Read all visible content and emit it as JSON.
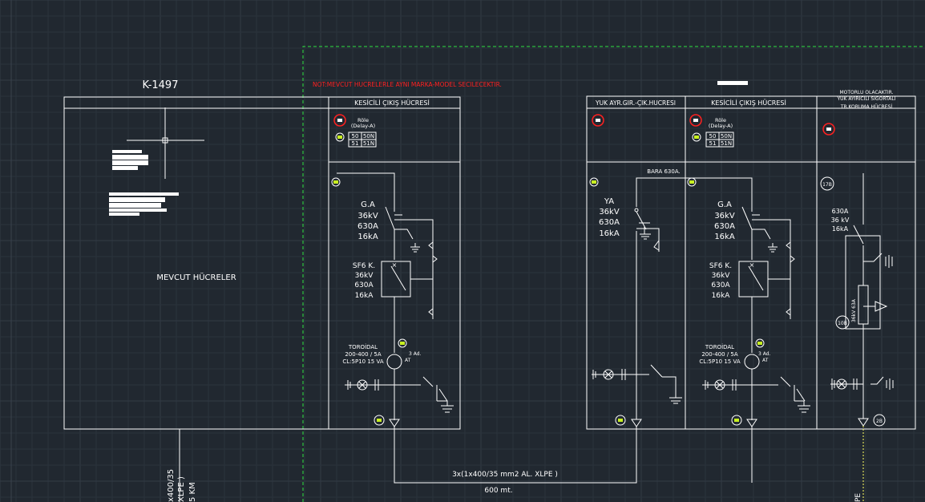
{
  "drawing": {
    "cell_id": "K-1497",
    "note": "NOT:MEVCUT HUCRELERLE AYNI MARKA-MODEL SECILECEKTIR.",
    "existing_cells": "MEVCUT HÜCRELER",
    "cells": {
      "c1_title": "KESİCİLİ ÇIKIŞ HÜCRESİ",
      "c2_title": "YUK AYR.GIR.-ÇIK.HUCRESI",
      "c3_title": "KESİCİLİ ÇIKIŞ HÜCRESİ",
      "c4_note_1": "MOTORLU OLACAKTIR.",
      "c4_note_2": "YUK AYIRICILI SIGORTALI",
      "c4_note_3": "TR.KORUMA HÜCRESİ"
    },
    "relay": {
      "name": "Röle",
      "type": "(Delay-A)",
      "cells": [
        "50",
        "50N",
        "51",
        "51N"
      ]
    },
    "breaker_ga": [
      "G.A",
      "36kV",
      "630A",
      "16kA"
    ],
    "sf6": [
      "SF6 K.",
      "36kV",
      "630A",
      "16kA"
    ],
    "toroid": {
      "lines": [
        "TOROİDAL",
        "200-400 / 5A",
        "CL:5P10 15 VA"
      ],
      "qty": "3 Ad.",
      "at": "AT"
    },
    "busbar": "BARA 630A.",
    "switch_ya": [
      "YA",
      "36kV",
      "630A",
      "16kA"
    ],
    "fuse_switch": [
      "630A",
      "36 kV",
      "16kA"
    ],
    "fuse_rating": "36kV 63A",
    "tags": {
      "t17b": "17B",
      "t10b": "10B",
      "t2b": "2B"
    },
    "cable": {
      "spec": "3x(1x400/35 mm2 AL. XLPE )",
      "length": "600 mt.",
      "left_v1": "x400/35",
      "left_v2": "XLPE )",
      "left_v3": "5 KM",
      "right_v": "PE"
    }
  },
  "colors": {
    "background": "#212830",
    "lines": "#ffffff",
    "note": "#ff2020",
    "lamp": "#c8f020",
    "viewport": "#30e040"
  }
}
